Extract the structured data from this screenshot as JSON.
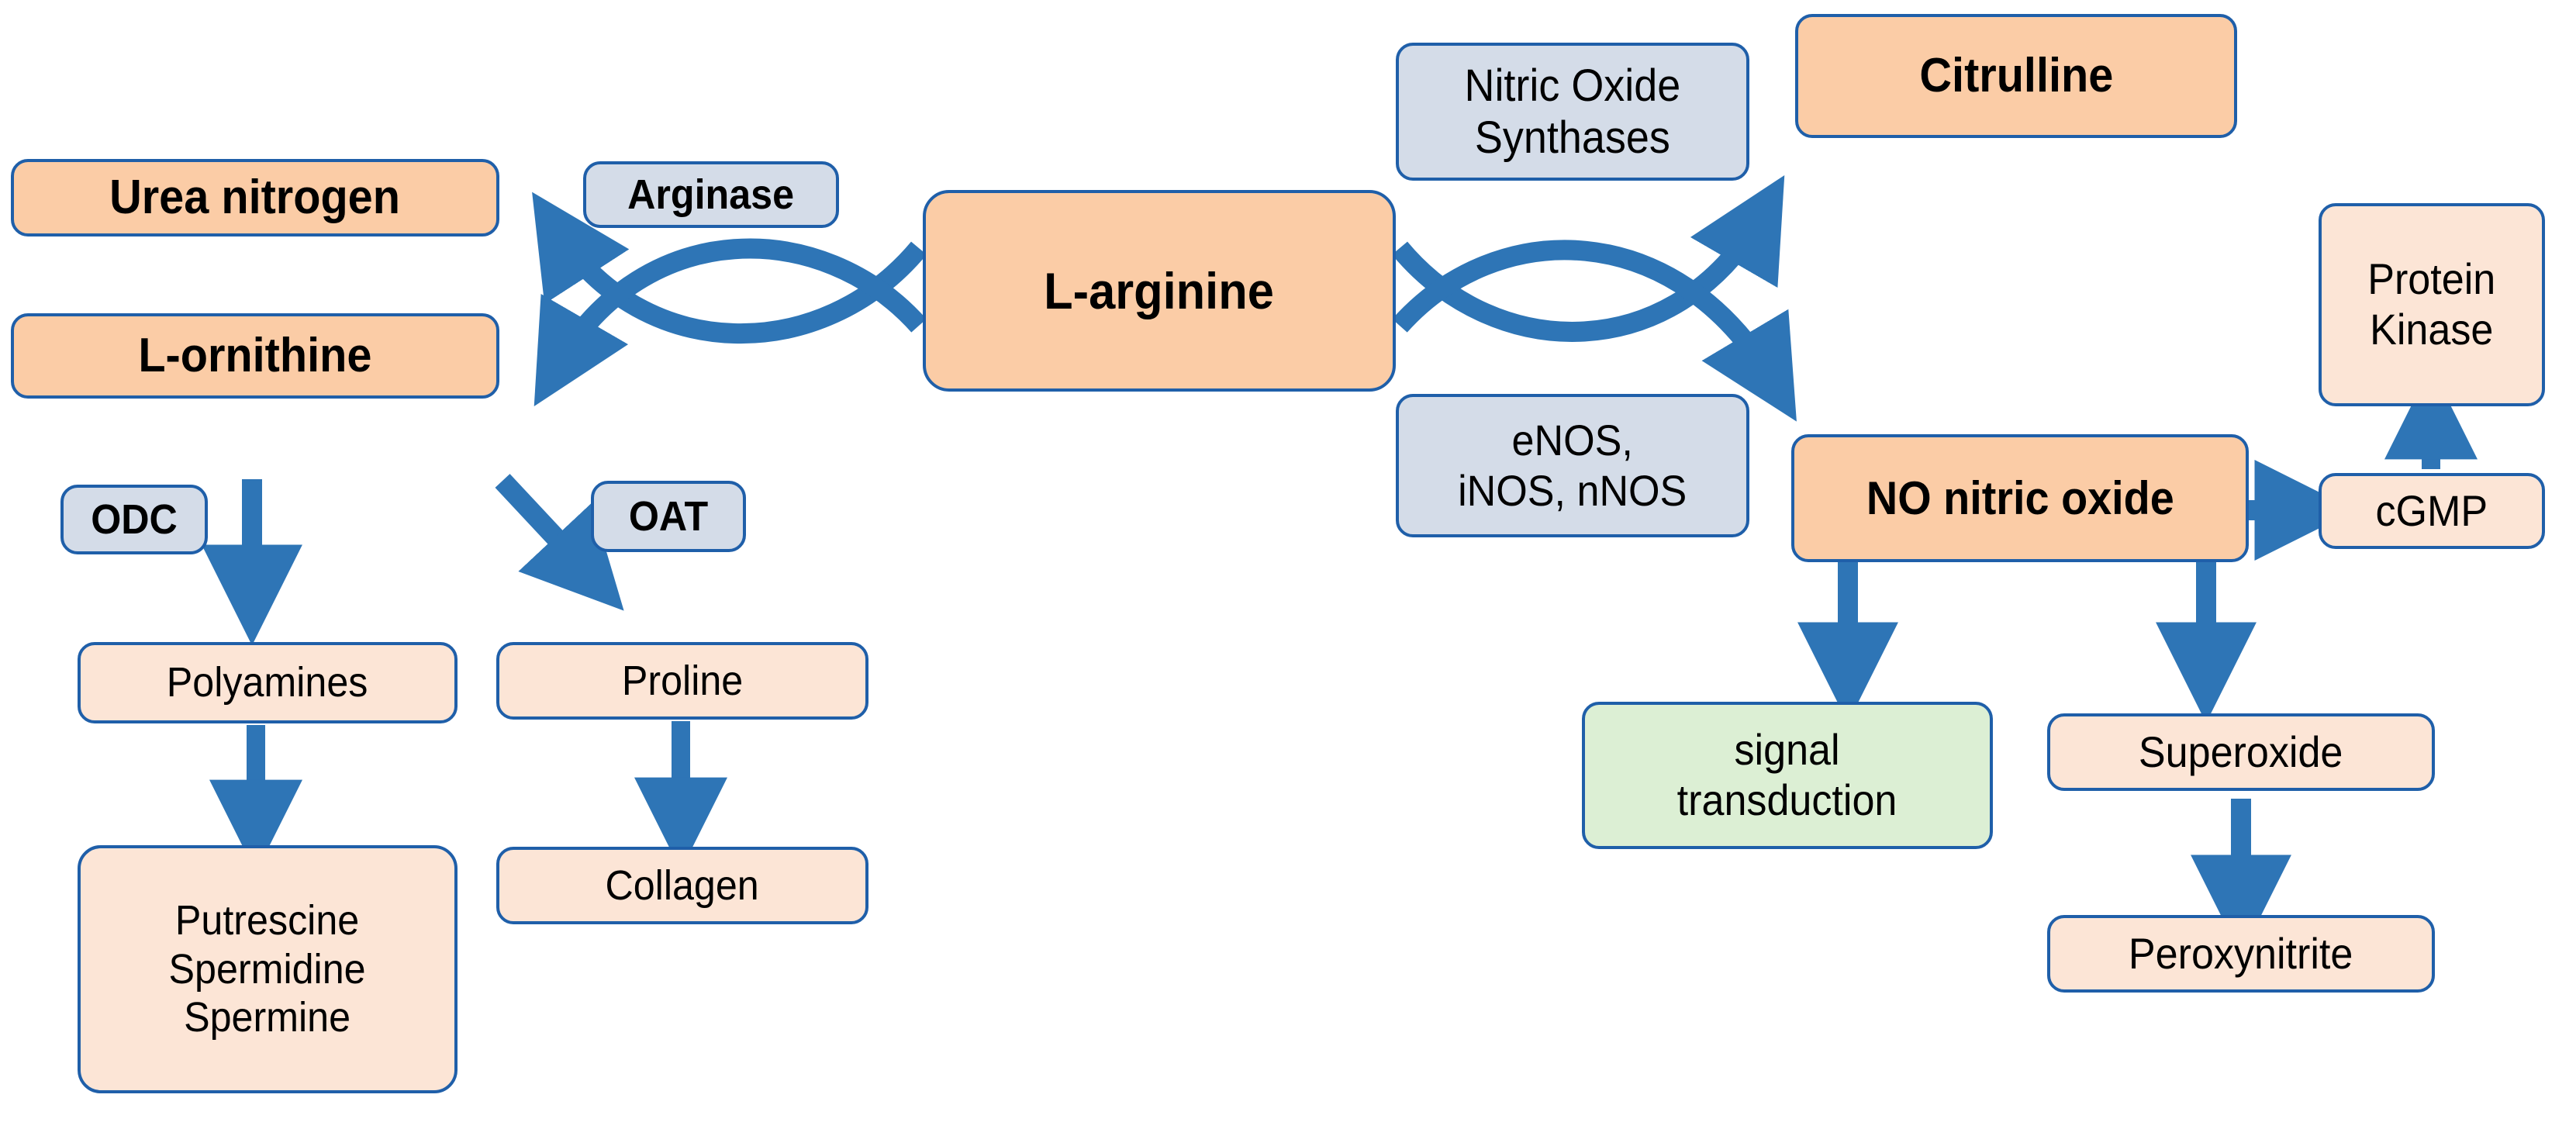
{
  "diagram": {
    "title": "L-arginine metabolism pathway",
    "colors": {
      "substrate_fill": "#FBCCA6",
      "product_fill": "#FCE5D6",
      "enzyme_fill": "#D4DCE8",
      "signal_fill": "#DCEFD4",
      "border": "#1F5FA9",
      "arrow": "#2E75B6",
      "text": "#000000"
    },
    "nodes": {
      "urea_nitrogen": {
        "label": "Urea nitrogen",
        "kind": "metabolite",
        "fill": "#FBCCA6",
        "bold": true
      },
      "l_ornithine": {
        "label": "L-ornithine",
        "kind": "metabolite",
        "fill": "#FBCCA6",
        "bold": true
      },
      "arginase": {
        "label": "Arginase",
        "kind": "enzyme",
        "fill": "#D4DCE8",
        "bold": true
      },
      "l_arginine": {
        "label": "L-arginine",
        "kind": "metabolite",
        "fill": "#FBCCA6",
        "bold": true
      },
      "nos": {
        "label": "Nitric Oxide\nSynthases",
        "kind": "enzyme",
        "fill": "#D4DCE8",
        "bold": false
      },
      "citrulline": {
        "label": "Citrulline",
        "kind": "metabolite",
        "fill": "#FBCCA6",
        "bold": true
      },
      "nos_isoforms": {
        "label": "eNOS,\niNOS, nNOS",
        "kind": "enzyme",
        "fill": "#D4DCE8",
        "bold": false
      },
      "no": {
        "label": "NO nitric oxide",
        "kind": "metabolite",
        "fill": "#FBCCA6",
        "bold": true
      },
      "protein_kinase": {
        "label": "Protein\nKinase",
        "kind": "product",
        "fill": "#FCE5D6",
        "bold": false
      },
      "cgmp": {
        "label": "cGMP",
        "kind": "product",
        "fill": "#FCE5D6",
        "bold": false
      },
      "odc": {
        "label": "ODC",
        "kind": "enzyme",
        "fill": "#D4DCE8",
        "bold": true
      },
      "oat": {
        "label": "OAT",
        "kind": "enzyme",
        "fill": "#D4DCE8",
        "bold": true
      },
      "polyamines": {
        "label": "Polyamines",
        "kind": "product",
        "fill": "#FCE5D6",
        "bold": false
      },
      "proline": {
        "label": "Proline",
        "kind": "product",
        "fill": "#FCE5D6",
        "bold": false
      },
      "putrescine_group": {
        "label": "Putrescine\nSpermidine\nSpermine",
        "kind": "product",
        "fill": "#FCE5D6",
        "bold": false
      },
      "collagen": {
        "label": "Collagen",
        "kind": "product",
        "fill": "#FCE5D6",
        "bold": false
      },
      "signal_transduction": {
        "label": "signal\ntransduction",
        "kind": "outcome",
        "fill": "#DCEFD4",
        "bold": false
      },
      "superoxide": {
        "label": "Superoxide",
        "kind": "product",
        "fill": "#FCE5D6",
        "bold": false
      },
      "peroxynitrite": {
        "label": "Peroxynitrite",
        "kind": "product",
        "fill": "#FCE5D6",
        "bold": false
      }
    },
    "edges": [
      {
        "from": "l_arginine",
        "to": "urea_nitrogen",
        "via": "arginase",
        "style": "curved"
      },
      {
        "from": "l_arginine",
        "to": "l_ornithine",
        "via": "arginase",
        "style": "curved"
      },
      {
        "from": "l_arginine",
        "to": "citrulline",
        "via": "nos",
        "style": "curved"
      },
      {
        "from": "l_arginine",
        "to": "no",
        "via": "nos_isoforms",
        "style": "curved"
      },
      {
        "from": "l_ornithine",
        "to": "polyamines",
        "via": "odc",
        "style": "straight"
      },
      {
        "from": "l_ornithine",
        "to": "proline",
        "via": "oat",
        "style": "diagonal"
      },
      {
        "from": "polyamines",
        "to": "putrescine_group",
        "style": "straight"
      },
      {
        "from": "proline",
        "to": "collagen",
        "style": "straight"
      },
      {
        "from": "no",
        "to": "cgmp",
        "style": "straight-right"
      },
      {
        "from": "cgmp",
        "to": "protein_kinase",
        "style": "straight-up"
      },
      {
        "from": "no",
        "to": "signal_transduction",
        "style": "straight"
      },
      {
        "from": "no",
        "to": "superoxide",
        "style": "straight"
      },
      {
        "from": "superoxide",
        "to": "peroxynitrite",
        "style": "straight"
      }
    ]
  }
}
